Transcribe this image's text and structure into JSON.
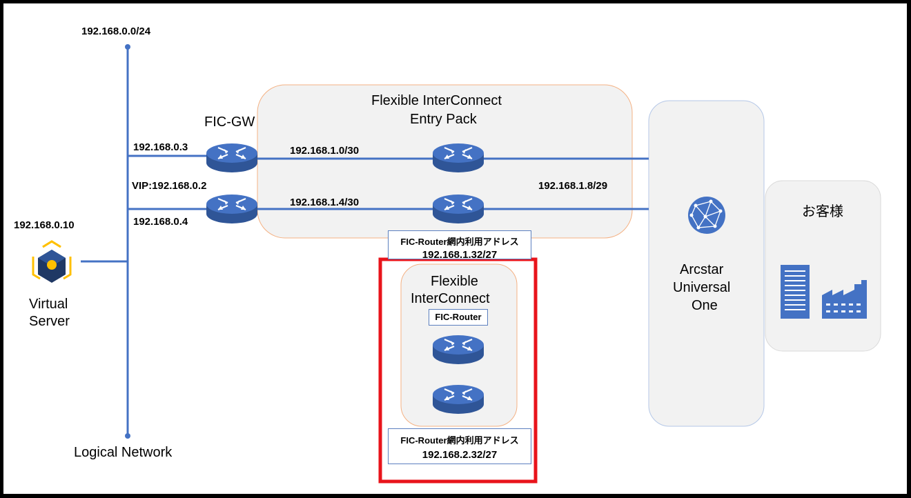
{
  "network": {
    "subnet": "192.168.0.0/24",
    "logical_network_label": "Logical Network"
  },
  "virtual_server": {
    "ip": "192.168.0.10",
    "label_line1": "Virtual",
    "label_line2": "Server"
  },
  "fic_gw": {
    "label": "FIC-GW",
    "ip_top": "192.168.0.3",
    "vip": "VIP:192.168.0.2",
    "ip_bottom": "192.168.0.4"
  },
  "entry_pack": {
    "title_line1": "Flexible InterConnect",
    "title_line2": "Entry Pack",
    "link_top": "192.168.1.0/30",
    "link_bottom": "192.168.1.4/30",
    "uplink": "192.168.1.8/29"
  },
  "address_box_1": {
    "line1": "FIC-Router網内利用アドレス",
    "line2": "192.168.1.32/27"
  },
  "fic": {
    "title_line1": "Flexible",
    "title_line2": "InterConnect",
    "router_label": "FIC-Router"
  },
  "address_box_2": {
    "line1": "FIC-Router網内利用アドレス",
    "line2": "192.168.2.32/27"
  },
  "arcstar": {
    "line1": "Arcstar",
    "line2": "Universal",
    "line3": "One"
  },
  "customer": {
    "label": "お客様"
  },
  "colors": {
    "line": "#4472c4",
    "router": "#4472c4",
    "highlight": "#e8141b",
    "panel_fill": "#f2f2f2"
  }
}
